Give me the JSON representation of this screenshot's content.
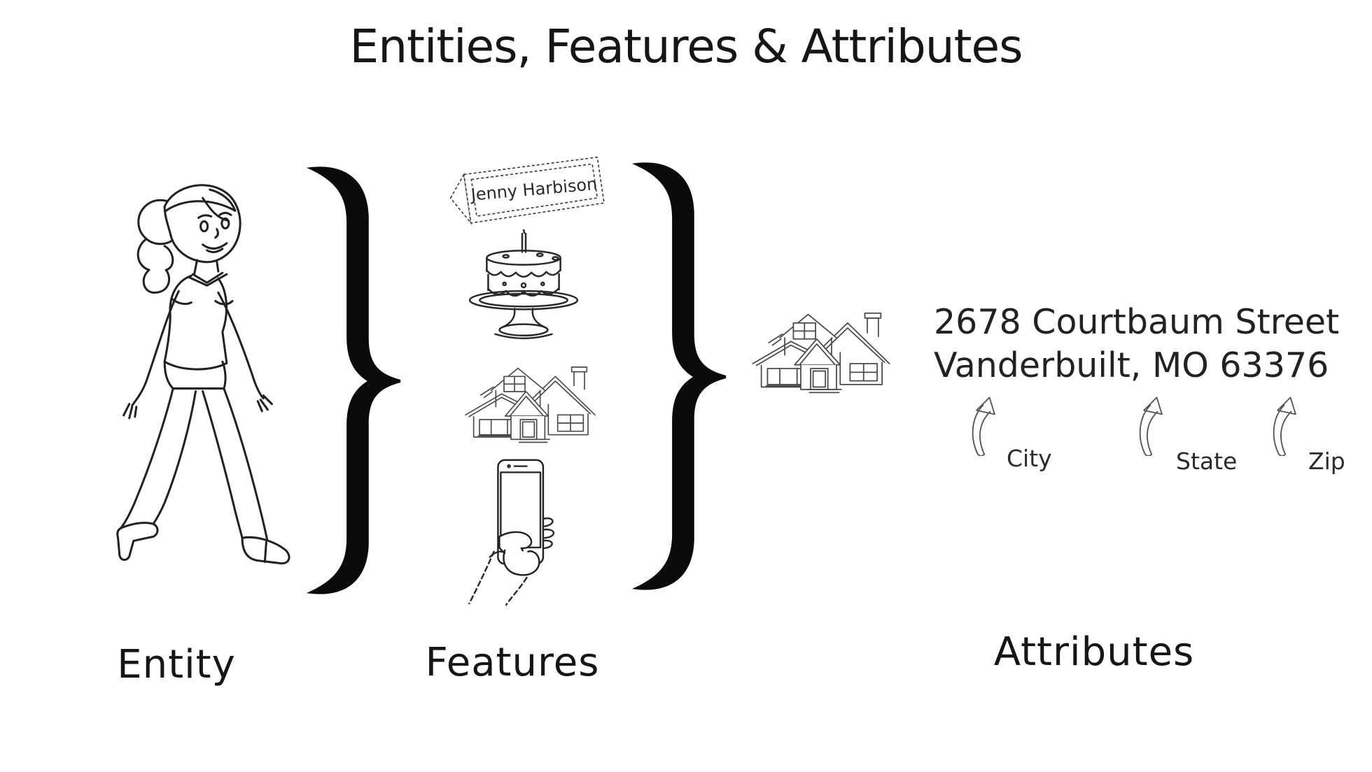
{
  "title": "Entities, Features & Attributes",
  "sections": {
    "entity": {
      "label": "Entity"
    },
    "features": {
      "label": "Features",
      "name_tag_text": "Jenny Harbison"
    },
    "attributes": {
      "label": "Attributes",
      "address_line1": "2678 Courtbaum Street",
      "address_line2": "Vanderbuilt, MO 63376",
      "callouts": [
        {
          "label": "City"
        },
        {
          "label": "State"
        },
        {
          "label": "Zip"
        }
      ]
    }
  },
  "icons": {
    "woman": "walking-woman-line-art",
    "brace": "curly-brace",
    "name_tag": "desk-name-plate",
    "cake": "birthday-cake",
    "house": "sketch-house",
    "phone": "hand-holding-smartphone",
    "arrow": "curved-up-arrow"
  },
  "colors": {
    "ink": "#1a1a1a",
    "sketch": "#4a4a4a",
    "brace": "#0a0a0a",
    "background": "#ffffff"
  }
}
